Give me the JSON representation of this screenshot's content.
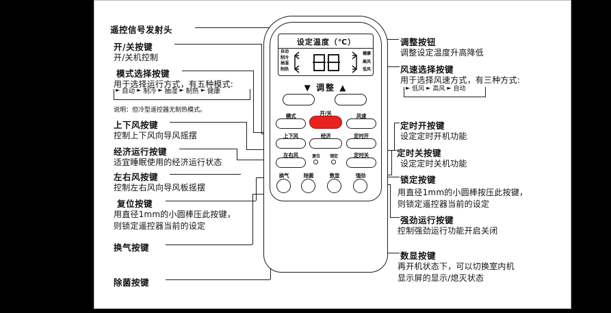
{
  "document": {
    "title": "空调遥控器功能说明图",
    "type": "air-conditioner remote control diagram"
  },
  "left_callouts": [
    {
      "id": "ir-emitter",
      "heading": "遥控信号发射头",
      "desc": ""
    },
    {
      "id": "power",
      "heading": "开/关按键",
      "desc": "开/关机控制"
    },
    {
      "id": "mode",
      "heading": "模式选择按键",
      "desc": "用于选择运行方式，有五种模式:"
    },
    {
      "id": "updown",
      "heading": "上下风按键",
      "desc": "控制上下风向导风摇摆"
    },
    {
      "id": "economy",
      "heading": "经济运行按键",
      "desc": "适宜睡眠使用的经济运行状态"
    },
    {
      "id": "leftright",
      "heading": "左右风按键",
      "desc": "控制左右风向导风板摇摆"
    },
    {
      "id": "reset",
      "heading": "复位按键",
      "desc_line1": "用直径1mm的小圆棒压此按键，",
      "desc_line2": "则锁定遥控器当前的设定"
    },
    {
      "id": "ventilate",
      "heading": "换气按键",
      "desc": ""
    },
    {
      "id": "sterilize",
      "heading": "除菌按键",
      "desc": ""
    }
  ],
  "mode_cycle": {
    "items": [
      "自动",
      "制冷",
      "抽湿",
      "制热",
      "健康"
    ],
    "note": "说明：但冷型遥控器无制热模式。"
  },
  "right_callouts": [
    {
      "id": "adjust",
      "heading": "调整按钮",
      "desc": "调整设定温度升高降低"
    },
    {
      "id": "fanspeed",
      "heading": "风速选择按键",
      "desc": "用于选择风速方式，有三种方式:"
    },
    {
      "id": "timer-on",
      "heading": "定时开按键",
      "desc": "设定定时开机功能"
    },
    {
      "id": "timer-off",
      "heading": "定时关按键",
      "desc": "设定定时关机功能"
    },
    {
      "id": "lock",
      "heading": "锁定按键",
      "desc_line1": "用直径1mm的小圆棒按压此按键，",
      "desc_line2": "则锁定遥控器当前的设定"
    },
    {
      "id": "turbo",
      "heading": "强劲运行按键",
      "desc": "控制强劲运行功能开启关闭"
    },
    {
      "id": "display",
      "heading": "数显按键",
      "desc_line1": "再开机状态下，可以切换室内机",
      "desc_line2": "显示屏的显示/熄灭状态"
    }
  ],
  "speed_cycle": {
    "items": [
      "低风",
      "高风",
      "自动"
    ]
  },
  "remote": {
    "lcd": {
      "title": "设定温度（℃）",
      "left_indicators": [
        "自动",
        "制冷",
        "抽湿",
        "制热"
      ],
      "right_indicators": [
        "健康",
        "高风",
        "低风"
      ],
      "digits": "88"
    },
    "adjust_row": {
      "down": "▼",
      "label": "调整",
      "up": "▲"
    },
    "buttons": [
      {
        "id": "mode",
        "label": "模式",
        "shape": "pill"
      },
      {
        "id": "power",
        "label": "开/关",
        "shape": "pill",
        "color": "#e8221f"
      },
      {
        "id": "fanspeed",
        "label": "风速",
        "shape": "pill"
      },
      {
        "id": "updown",
        "label": "上下风",
        "shape": "pill"
      },
      {
        "id": "economy",
        "label": "经济",
        "shape": "pill"
      },
      {
        "id": "timer-on",
        "label": "定时开",
        "shape": "pill"
      },
      {
        "id": "leftright",
        "label": "左右风",
        "shape": "pill"
      },
      {
        "id": "timer-off",
        "label": "定时关",
        "shape": "pill"
      },
      {
        "id": "reset",
        "label": "复位",
        "shape": "dot"
      },
      {
        "id": "lock",
        "label": "锁定",
        "shape": "dot"
      },
      {
        "id": "ventilate",
        "label": "换气",
        "shape": "round"
      },
      {
        "id": "sterilize",
        "label": "除菌",
        "shape": "round"
      },
      {
        "id": "display",
        "label": "数显",
        "shape": "round"
      },
      {
        "id": "turbo",
        "label": "强劲",
        "shape": "round"
      }
    ]
  },
  "colors": {
    "ink": "#1a1a1a",
    "power_red": "#e8221f",
    "page_bg": "#ffffff",
    "letterbox": "#000000"
  }
}
